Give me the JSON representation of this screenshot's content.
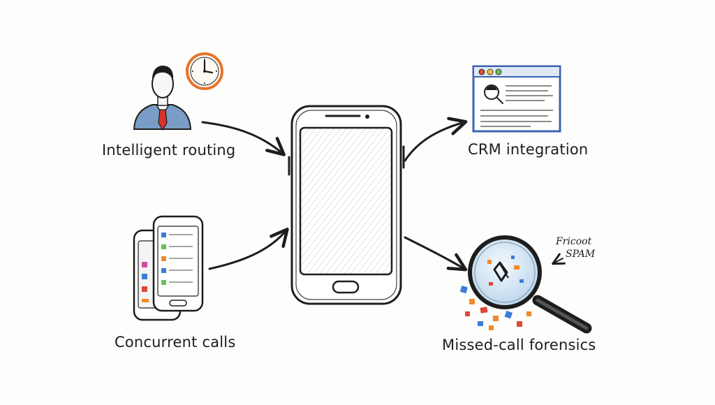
{
  "labels": {
    "intelligent_routing": "Intelligent routing",
    "concurrent_calls": "Concurrent calls",
    "crm_integration": "CRM integration",
    "missed_call_forensics": "Missed-call forensics"
  },
  "annotation": {
    "line1": "Fricoot",
    "line2": "SPAM"
  },
  "colors": {
    "ink": "#1d1d1d",
    "shirt": "#7a9cc6",
    "tie": "#d8322b",
    "clock": "#e8742a",
    "window_frame": "#3a63b3",
    "lens": "#cfe3f3",
    "icon_orange": "#f08a2c",
    "icon_blue": "#3b7dd8",
    "icon_red": "#e0473a"
  }
}
